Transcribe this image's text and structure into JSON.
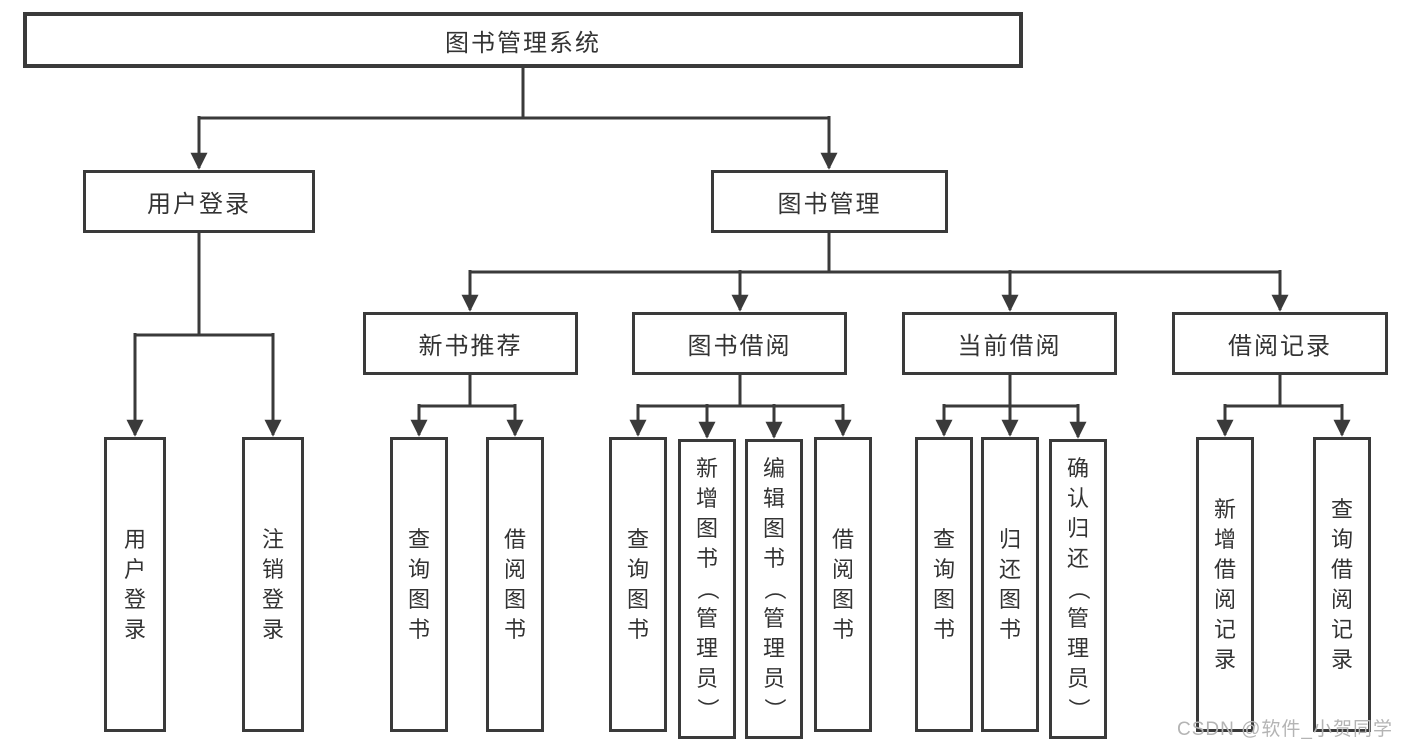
{
  "colors": {
    "line": "#3a3a3a",
    "text": "#333333",
    "watermark": "#b4b4b4",
    "bg": "#ffffff"
  },
  "watermark": {
    "text": "CSDN @软件_小贺同学"
  },
  "tree": {
    "root": {
      "label": "图书管理系统"
    },
    "branches": [
      {
        "label": "用户登录",
        "leaves": [
          {
            "label": "用户登录"
          },
          {
            "label": "注销登录"
          }
        ]
      },
      {
        "label": "图书管理",
        "sections": [
          {
            "label": "新书推荐",
            "leaves": [
              {
                "label": "查询图书"
              },
              {
                "label": "借阅图书"
              }
            ]
          },
          {
            "label": "图书借阅",
            "leaves": [
              {
                "label": "查询图书"
              },
              {
                "label": "新增图书（管理员）"
              },
              {
                "label": "编辑图书（管理员）"
              },
              {
                "label": "借阅图书"
              }
            ]
          },
          {
            "label": "当前借阅",
            "leaves": [
              {
                "label": "查询图书"
              },
              {
                "label": "归还图书"
              },
              {
                "label": "确认归还（管理员）"
              }
            ]
          },
          {
            "label": "借阅记录",
            "leaves": [
              {
                "label": "新增借阅记录"
              },
              {
                "label": "查询借阅记录"
              }
            ]
          }
        ]
      }
    ]
  }
}
